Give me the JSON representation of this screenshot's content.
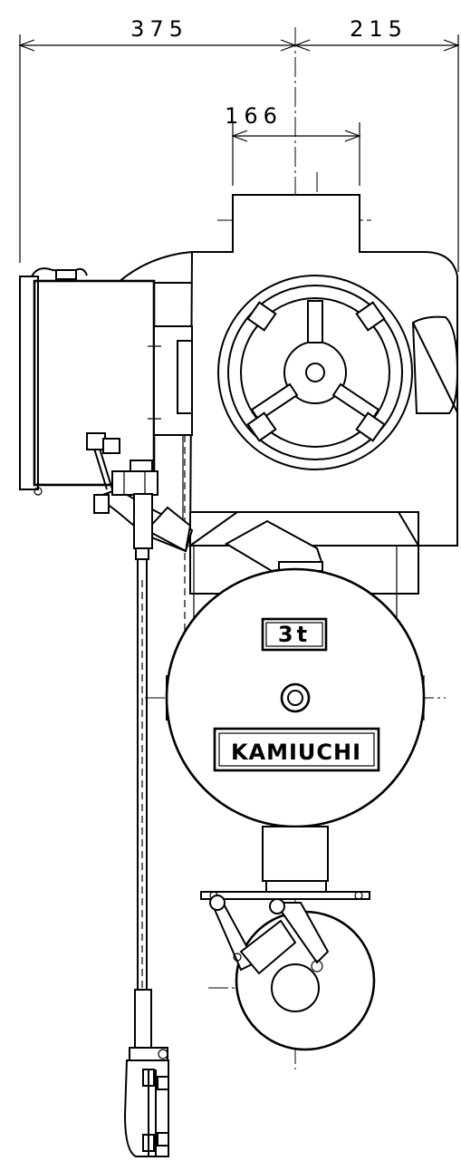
{
  "dimensions": {
    "left_width": "375",
    "right_width": "215",
    "flange_width": "166"
  },
  "labels": {
    "capacity": "3t",
    "brand": "KAMIUCHI"
  }
}
